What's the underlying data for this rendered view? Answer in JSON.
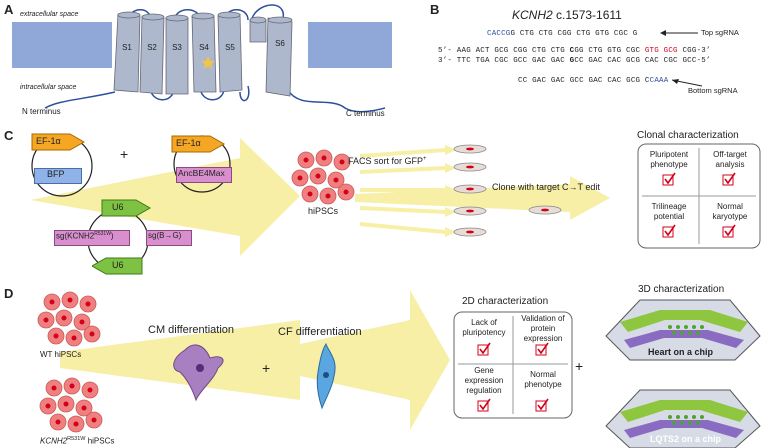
{
  "panel_a": {
    "letter": "A",
    "extracellular": "extracellular space",
    "intracellular": "intracellular space",
    "segments": [
      "S1",
      "S2",
      "S3",
      "S4",
      "S5",
      "S6"
    ],
    "n_terminus": "N terminus",
    "c_terminus": "C terminus",
    "colors": {
      "membrane": "#8fa8d8",
      "helix": "#aeb8cc",
      "star": "#f5c542",
      "line": "#2c4f9e"
    }
  },
  "panel_b": {
    "letter": "B",
    "title_gene": "KCNH2",
    "title_rest": " c.1573-1611",
    "top_sgrna_seq_blue": "CACCG",
    "top_sgrna_seq_rest": "G CTG CTG CGG CTG GTG CGC G",
    "top_sgrna_label": "Top sgRNA",
    "strand5_prefix": "5’- AAG ACT GCG CGG CTG CTG ",
    "strand5_bold": "C",
    "strand5_mid": "GG CTG GTG CGC ",
    "strand5_red": "GTG",
    "strand5_red2": " G",
    "strand5_red3": "CG",
    "strand5_suffix": " CGG-3’",
    "strand3_prefix": "3’- TTC TGA CGC GCC GAC GAC ",
    "strand3_bold": "G",
    "strand3_suffix": "CC GAC CAC GCG CAC CGC GCC-5’",
    "bottom_sgrna_seq": "CC GAC GAC GCC GAC CAC GCG C",
    "bottom_sgrna_blue": "CAAA",
    "bottom_sgrna_label": "Bottom sgRNA"
  },
  "panel_c": {
    "letter": "C",
    "ef1a": "EF-1α",
    "bfp": "BFP",
    "plus": "+",
    "ancbe": "AncBE4Max",
    "u6_top": "U6",
    "u6_bottom": "U6",
    "sg_kcnh2_pre": "sg(KCNH2",
    "sg_kcnh2_sup": "R531W",
    "sg_kcnh2_post": ")",
    "sg_b": "sg(B→G)",
    "hipsc": "hiPSCs",
    "facs_pre": "FACS sort for GFP",
    "facs_sup": "+",
    "clone": "Clone with target C→T edit",
    "clonal_title": "Clonal characterization",
    "clonal_cells": [
      "Pluripotent phenotype",
      "Off-target analysis",
      "Trilineage potential",
      "Normal karyotype"
    ],
    "colors": {
      "arrow": "#f7efa6",
      "orange": "#f5a623",
      "green": "#7dc242",
      "pink": "#d98fce",
      "blue": "#8fb3e8",
      "cell": "#f08080",
      "check": "#d0021b"
    }
  },
  "panel_d": {
    "letter": "D",
    "wt": "WT hiPSCs",
    "mut_gene": "KCNH2",
    "mut_sup": "R531W",
    "mut_rest": " hiPSCs",
    "cm": "CM differentiation",
    "cf": "CF differentiation",
    "plus1": "+",
    "plus2": "+",
    "two_d_title": "2D characterization",
    "two_d_cells": [
      "Lack of pluripotency",
      "Validation of protein expression",
      "Gene expression regulation",
      "Normal phenotype"
    ],
    "three_d_title": "3D characterization",
    "chip1": "Heart on a chip",
    "chip2": "LQTS2 on a chip"
  }
}
